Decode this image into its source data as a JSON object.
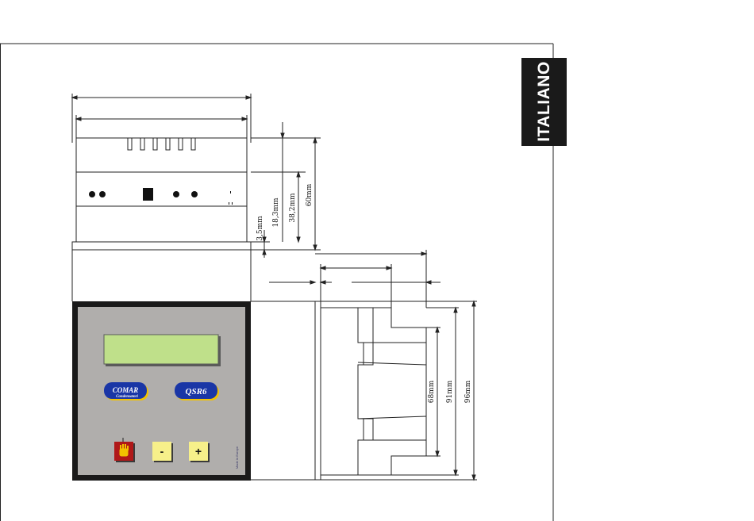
{
  "language_tab": "ITALIANO",
  "dimensions": {
    "d_3_5": "3,5mm",
    "d_18_3": "18,3mm",
    "d_38_2": "38,2mm",
    "d_60": "60mm",
    "d_68": "68mm",
    "d_91": "91mm",
    "d_96": "96mm"
  },
  "panel": {
    "logo_line1": "COMAR",
    "logo_line2": "Condensatori",
    "model": "QSR6",
    "minus_label": "-",
    "plus_label": "+",
    "made_in": "Made in Europe"
  },
  "colors": {
    "display_green": "#bfe08a",
    "logo_blue": "#1a36a6",
    "logo_gold": "#f2c200",
    "button_yellow": "#f7f08a",
    "stop_red": "#b01818",
    "panel_gray": "#b0aeac",
    "bezel_black": "#1a1a1a"
  }
}
